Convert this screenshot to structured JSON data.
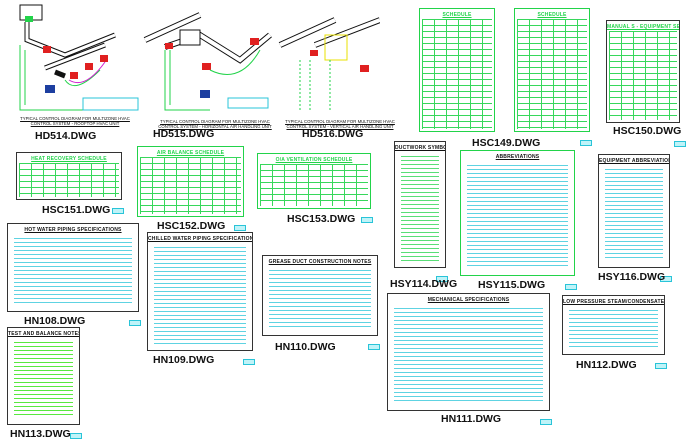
{
  "colors": {
    "cyan": "#29c4d8",
    "green": "#22d34a",
    "red": "#e02020",
    "text": "#111111"
  },
  "diagrams": [
    {
      "id": "hd514",
      "file": "HD514.DWG",
      "caption": "TYPICAL CONTROL DIAGRAM FOR MULTIZONE HVAC CONTROL SYSTEM - ROOFTOP HVAC UNIT"
    },
    {
      "id": "hd515",
      "file": "HD515.DWG",
      "caption": "TYPICAL CONTROL DIAGRAM FOR MULTIZONE HVAC CONTROL SYSTEM - HORIZONTAL AIR HANDLING UNIT"
    },
    {
      "id": "hd516",
      "file": "HD516.DWG",
      "caption": "TYPICAL CONTROL DIAGRAM FOR MULTIZONE HVAC CONTROL SYSTEM - VERTICAL AIR HANDLING UNIT"
    }
  ],
  "sheets": [
    {
      "id": "hsc149a",
      "file": "",
      "title": "SCHEDULE",
      "kind": "sched grid",
      "color": "#22d34a"
    },
    {
      "id": "hsc149b",
      "file": "HSC149.DWG",
      "title": "SCHEDULE",
      "kind": "sched grid",
      "color": "#22d34a"
    },
    {
      "id": "hsc150",
      "file": "HSC150.DWG",
      "title": "MANUAL S - EQUIPMENT SELECTION",
      "kind": "notes grid",
      "color": "#22d34a"
    },
    {
      "id": "hsc151",
      "file": "HSC151.DWG",
      "title": "HEAT RECOVERY SCHEDULE",
      "kind": "notes grid",
      "color": "#22d34a"
    },
    {
      "id": "hsc152",
      "file": "HSC152.DWG",
      "title": "AIR BALANCE SCHEDULE",
      "kind": "sched grid",
      "color": "#22d34a"
    },
    {
      "id": "hsc153",
      "file": "HSC153.DWG",
      "title": "O/A VENTILATION SCHEDULE",
      "kind": "sched grid",
      "color": "#22d34a"
    },
    {
      "id": "hn108",
      "file": "HN108.DWG",
      "title": "HOT WATER PIPING SPECIFICATIONS",
      "kind": "notes",
      "color": "#29c4d8"
    },
    {
      "id": "hn113",
      "file": "HN113.DWG",
      "title": "TEST AND BALANCE NOTES",
      "kind": "notes",
      "color": "#22e000"
    },
    {
      "id": "hn109",
      "file": "HN109.DWG",
      "title": "CHILLED WATER PIPING SPECIFICATIONS",
      "kind": "notes",
      "color": "#29c4d8"
    },
    {
      "id": "hn110",
      "file": "HN110.DWG",
      "title": "GREASE DUCT CONSTRUCTION NOTES",
      "kind": "notes",
      "color": "#29c4d8"
    },
    {
      "id": "hsy114",
      "file": "HSY114.DWG",
      "title": "DUCTWORK SYMBOLS",
      "kind": "notes",
      "color": "#22d34a"
    },
    {
      "id": "hsy115",
      "file": "HSY115.DWG",
      "title": "ABBREVIATIONS",
      "kind": "sched",
      "color": "#29c4d8"
    },
    {
      "id": "hsy116",
      "file": "HSY116.DWG",
      "title": "EQUIPMENT ABBREVIATIONS",
      "kind": "notes",
      "color": "#29c4d8"
    },
    {
      "id": "hn111",
      "file": "HN111.DWG",
      "title": "MECHANICAL SPECIFICATIONS",
      "kind": "notes",
      "color": "#29c4d8"
    },
    {
      "id": "hn112",
      "file": "HN112.DWG",
      "title": "LOW PRESSURE STEAM/CONDENSATE PIPING SPECIFICATIONS",
      "kind": "notes",
      "color": "#29c4d8"
    }
  ]
}
